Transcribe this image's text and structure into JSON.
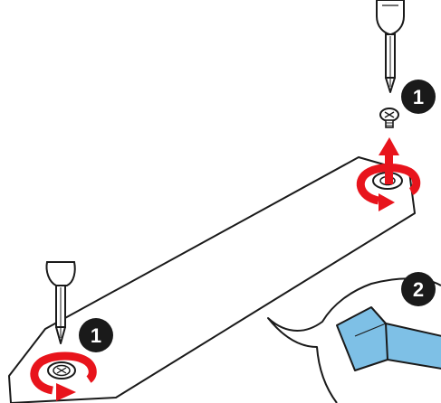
{
  "steps": {
    "top_right": "1",
    "bottom_left": "1",
    "callout": "2"
  },
  "colors": {
    "arrow_red": "#e8141c",
    "badge_black": "#1a1a1a",
    "outline": "#1a1a1a",
    "standoff_blue": "#7ec0e6",
    "background": "#ffffff"
  },
  "icons": [
    "screwdriver-icon",
    "screw-icon",
    "rotate-arrow-icon",
    "lift-arrow-icon",
    "number-badge-icon"
  ]
}
